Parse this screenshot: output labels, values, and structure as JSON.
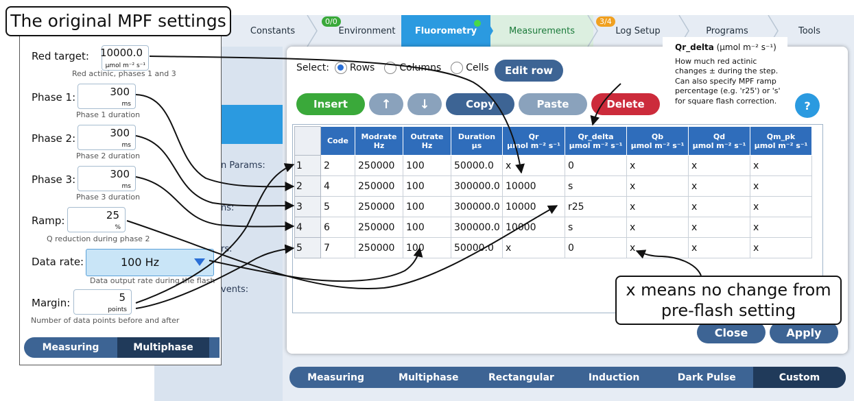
{
  "nav": {
    "steps": [
      {
        "label": "Constants"
      },
      {
        "label": "Environment",
        "badge": "0/0"
      },
      {
        "label": "Fluorometry"
      },
      {
        "label": "Measurements"
      },
      {
        "label": "Log Setup",
        "badge": "3/4"
      },
      {
        "label": "Programs"
      },
      {
        "label": "Tools"
      }
    ]
  },
  "background": {
    "labels": [
      "n Params:",
      "ns:",
      "rs:",
      "vents:"
    ]
  },
  "dialog": {
    "select_label": "Select:",
    "select_options": [
      "Rows",
      "Columns",
      "Cells"
    ],
    "selected": "Rows",
    "edit_row": "Edit row",
    "buttons": {
      "insert": "Insert",
      "up": "↑",
      "down": "↓",
      "copy": "Copy",
      "paste": "Paste",
      "delete": "Delete",
      "help": "?",
      "close": "Close",
      "apply": "Apply"
    },
    "tooltip": {
      "title": "Qr_delta",
      "title_unit": " (μmol m⁻² s⁻¹)",
      "body": "How much red actinic changes ± during the step. Can also specify MPF ramp percentage (e.g. 'r25') or 's' for square flash correction."
    },
    "table": {
      "headers": [
        {
          "name": "Code",
          "unit": ""
        },
        {
          "name": "Modrate",
          "unit": "Hz"
        },
        {
          "name": "Outrate",
          "unit": "Hz"
        },
        {
          "name": "Duration",
          "unit": "μs"
        },
        {
          "name": "Qr",
          "unit": "μmol m⁻² s⁻¹"
        },
        {
          "name": "Qr_delta",
          "unit": "μmol m⁻² s⁻¹"
        },
        {
          "name": "Qb",
          "unit": "μmol m⁻² s⁻¹"
        },
        {
          "name": "Qd",
          "unit": "μmol m⁻² s⁻¹"
        },
        {
          "name": "Qm_pk",
          "unit": "μmol m⁻² s⁻¹"
        }
      ],
      "rows": [
        {
          "num": "1",
          "cells": [
            "2",
            "250000",
            "100",
            "50000.0",
            "x",
            "0",
            "x",
            "x",
            "x"
          ]
        },
        {
          "num": "2",
          "cells": [
            "4",
            "250000",
            "100",
            "300000.0",
            "10000",
            "s",
            "x",
            "x",
            "x"
          ]
        },
        {
          "num": "3",
          "cells": [
            "5",
            "250000",
            "100",
            "300000.0",
            "10000",
            "r25",
            "x",
            "x",
            "x"
          ]
        },
        {
          "num": "4",
          "cells": [
            "6",
            "250000",
            "100",
            "300000.0",
            "10000",
            "s",
            "x",
            "x",
            "x"
          ]
        },
        {
          "num": "5",
          "cells": [
            "7",
            "250000",
            "100",
            "50000.0",
            "x",
            "0",
            "x",
            "x",
            "x"
          ]
        }
      ]
    }
  },
  "bottom_tabs": [
    "Measuring",
    "Multiphase",
    "Rectangular",
    "Induction",
    "Dark Pulse",
    "Custom"
  ],
  "bottom_active": "Custom",
  "mpf": {
    "fields": [
      {
        "label": "Red target:",
        "value": "10000.0",
        "unit": "μmol m⁻² s⁻¹",
        "desc": "Red actinic, phases 1 and 3"
      },
      {
        "label": "Phase 1:",
        "value": "300",
        "unit": "ms",
        "desc": "Phase 1 duration"
      },
      {
        "label": "Phase 2:",
        "value": "300",
        "unit": "ms",
        "desc": "Phase 2 duration"
      },
      {
        "label": "Phase 3:",
        "value": "300",
        "unit": "ms",
        "desc": "Phase 3 duration"
      },
      {
        "label": "Ramp:",
        "value": "25",
        "unit": "%",
        "desc": "Q reduction during phase 2"
      },
      {
        "label": "Data rate:",
        "value": "100 Hz",
        "unit": "",
        "desc": "Data output rate during the flash"
      },
      {
        "label": "Margin:",
        "value": "5",
        "unit": "points",
        "desc": "Number of data points before and after"
      }
    ],
    "tabs": [
      "Measuring",
      "Multiphase"
    ],
    "active_tab": "Multiphase"
  },
  "callouts": {
    "title": "The original MPF settings",
    "x_line1": "x means no change from",
    "x_line2": "pre-flash setting"
  }
}
